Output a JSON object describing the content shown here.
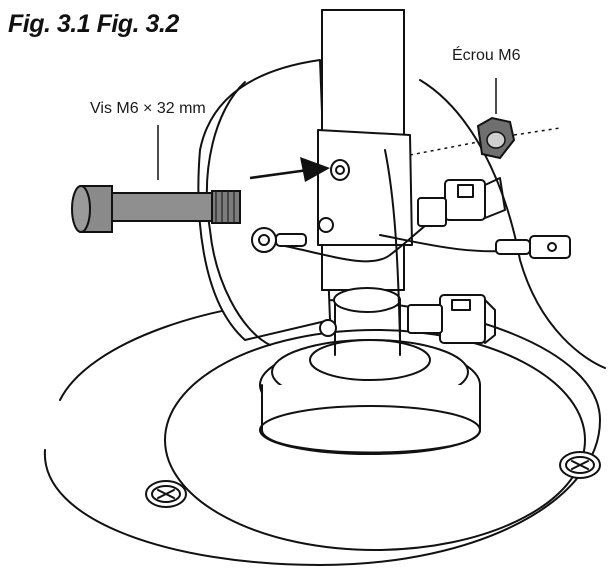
{
  "figure": {
    "title_a": "Fig. 3.1",
    "title_b": "Fig. 3.2"
  },
  "labels": {
    "bolt": "Vis M6 × 32 mm",
    "nut": "Écrou M6"
  },
  "colors": {
    "ink": "#111111",
    "bolt_fill": "#8a8a8a",
    "nut_fill": "#6f6f6f",
    "background": "#ffffff"
  },
  "icons": {
    "screw_heads": "phillips-screw-icon",
    "bolt": "hex-socket-bolt-icon",
    "nut": "hex-nut-icon"
  }
}
